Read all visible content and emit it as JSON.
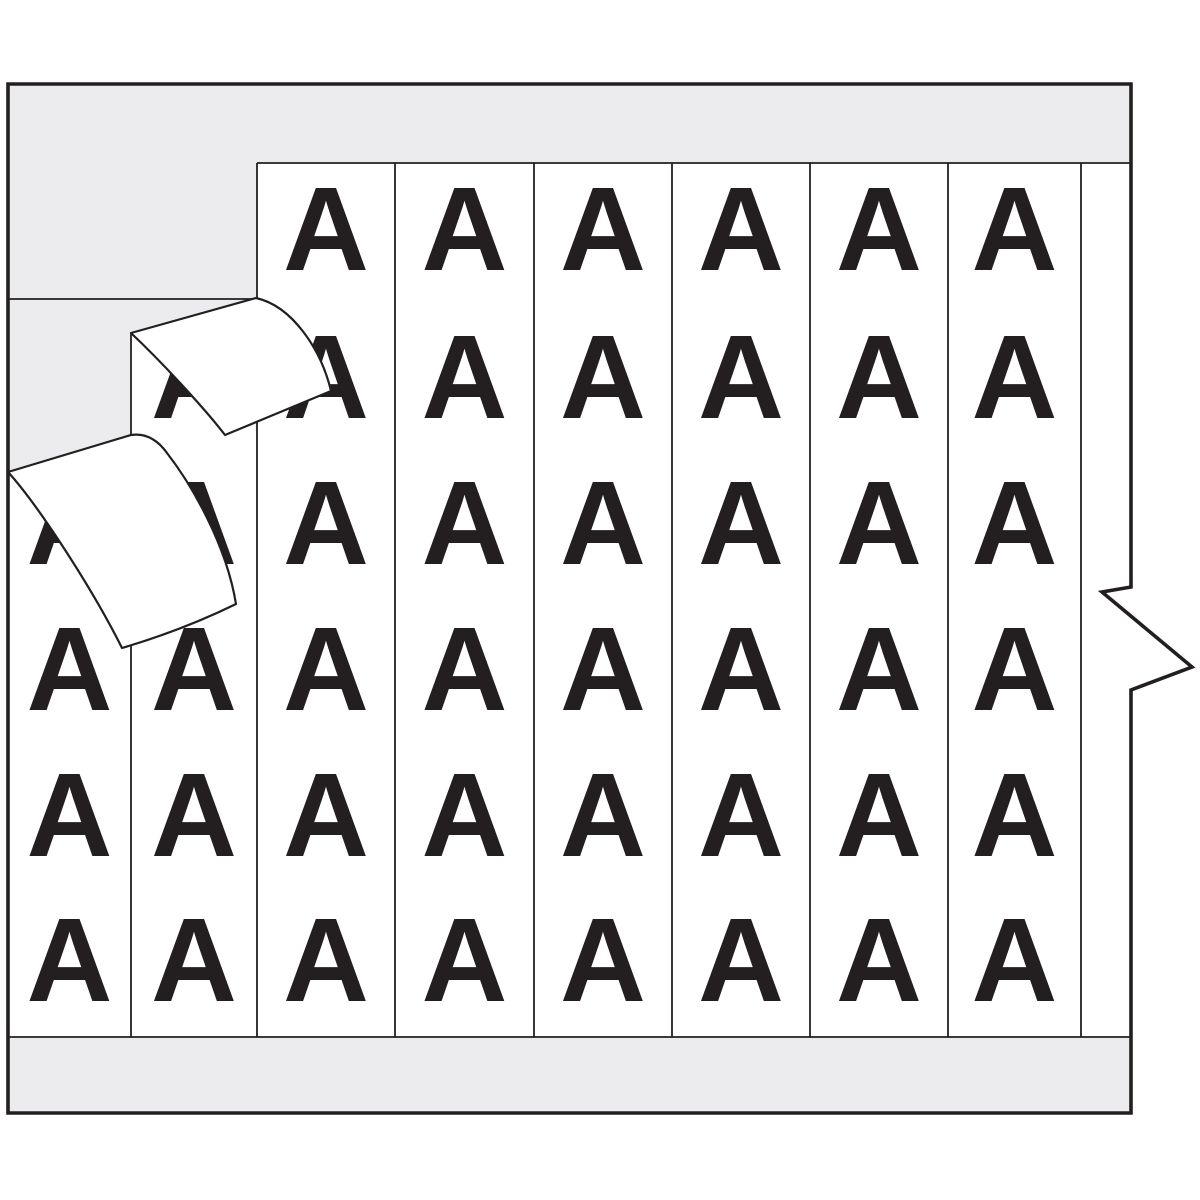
{
  "image": {
    "legend_letter": "A",
    "peeled_label_count": 2,
    "colors": {
      "card_gray": "#ececee",
      "label_white": "#ffffff",
      "ink": "#231f20"
    }
  },
  "grid": {
    "rows": 6,
    "columns": 8,
    "cells": [
      [
        1,
        3
      ],
      [
        1,
        4
      ],
      [
        1,
        5
      ],
      [
        1,
        6
      ],
      [
        2,
        2
      ],
      [
        2,
        3
      ],
      [
        2,
        4
      ],
      [
        2,
        5
      ],
      [
        2,
        6
      ],
      [
        3,
        1
      ],
      [
        3,
        2
      ],
      [
        3,
        3
      ],
      [
        3,
        4
      ],
      [
        3,
        5
      ],
      [
        3,
        6
      ],
      [
        4,
        1
      ],
      [
        4,
        2
      ],
      [
        4,
        3
      ],
      [
        4,
        4
      ],
      [
        4,
        5
      ],
      [
        4,
        6
      ],
      [
        5,
        1
      ],
      [
        5,
        2
      ],
      [
        5,
        3
      ],
      [
        5,
        4
      ],
      [
        5,
        5
      ],
      [
        5,
        6
      ],
      [
        6,
        1
      ],
      [
        6,
        2
      ],
      [
        6,
        3
      ],
      [
        6,
        4
      ],
      [
        6,
        5
      ],
      [
        6,
        6
      ],
      [
        7,
        1
      ],
      [
        7,
        2
      ],
      [
        7,
        3
      ],
      [
        7,
        4
      ],
      [
        7,
        5
      ],
      [
        7,
        6
      ],
      [
        8,
        1
      ],
      [
        8,
        2
      ],
      [
        8,
        3
      ],
      [
        8,
        4
      ],
      [
        8,
        5
      ],
      [
        8,
        6
      ]
    ]
  }
}
